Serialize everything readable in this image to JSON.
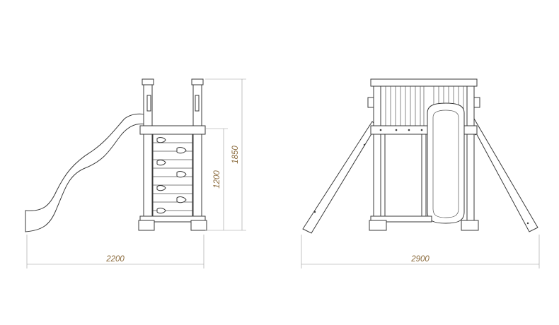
{
  "dimensions": {
    "side_width": "2200",
    "side_height_total": "1850",
    "side_height_deck": "1200",
    "front_width": "2900"
  },
  "colors": {
    "line": "#3a3a3a",
    "dimension_line": "#9a9a9a",
    "dimension_text": "#8a6a3c"
  }
}
